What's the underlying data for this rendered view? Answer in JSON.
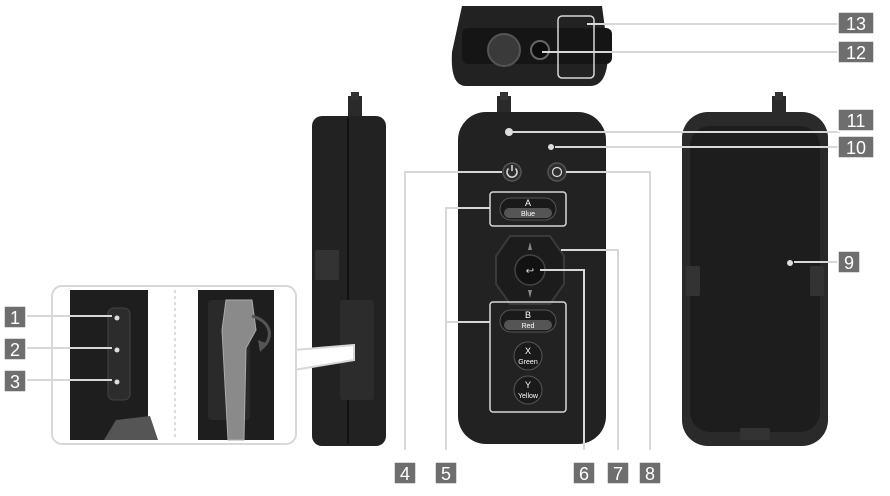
{
  "buttons": {
    "a": {
      "letter": "A",
      "color": "Blue"
    },
    "b": {
      "letter": "B",
      "color": "Red"
    },
    "x": {
      "letter": "X",
      "color": "Green"
    },
    "y": {
      "letter": "Y",
      "color": "Yellow"
    }
  },
  "callouts": [
    "1",
    "2",
    "3",
    "4",
    "5",
    "6",
    "7",
    "8",
    "9",
    "10",
    "11",
    "12",
    "13"
  ],
  "colors": {
    "device_body": "#222222",
    "device_dark": "#111111",
    "callout_bg": "#6e6e6e",
    "outline": "#d8d8d8"
  }
}
